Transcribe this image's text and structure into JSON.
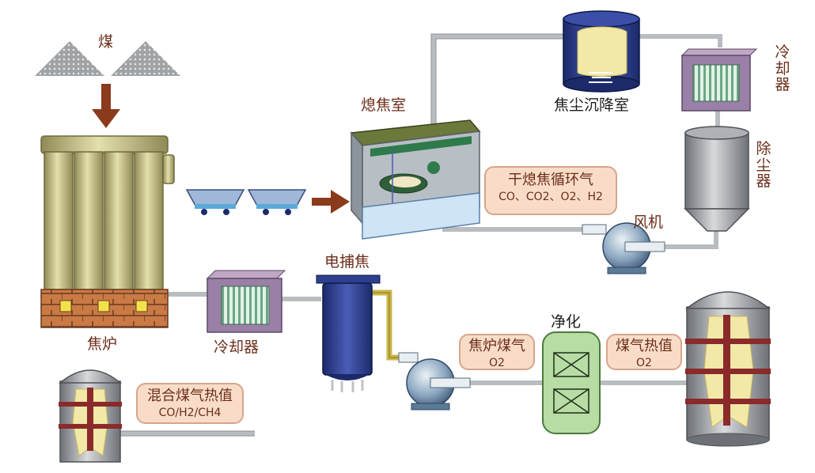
{
  "labels": {
    "coal": "煤",
    "coke_oven": "焦炉",
    "quench_chamber": "熄焦室",
    "dust_settling": "焦尘沉降室",
    "cooler_top": "冷却器",
    "dust_remover": "除尘器",
    "fan": "风机",
    "electro_catcher": "电捕焦",
    "cooler_bottom": "冷却器",
    "purify": "净化"
  },
  "callouts": {
    "dry_quench_gas": {
      "title": "干熄焦循环气",
      "sub": "CO、CO2、O2、H2"
    },
    "coke_oven_gas": {
      "title": "焦炉煤气",
      "sub": "O2"
    },
    "gas_heat_value": {
      "title": "煤气热值",
      "sub": "O2"
    },
    "mixed_gas_heat": {
      "title": "混合煤气热值",
      "sub": "CO/H2/CH4"
    }
  },
  "colors": {
    "pipe": "#b9bcc0",
    "arrow": "#8b3a1c",
    "label": "#6b2e1a",
    "callout_fill": "#f8dcc7",
    "oven_column": "#c9c48c",
    "brick": "#c97a45",
    "blue_vessel": "#2e3f8e",
    "purifier": "#b7dca4",
    "tower_band": "#8b2a2a"
  }
}
